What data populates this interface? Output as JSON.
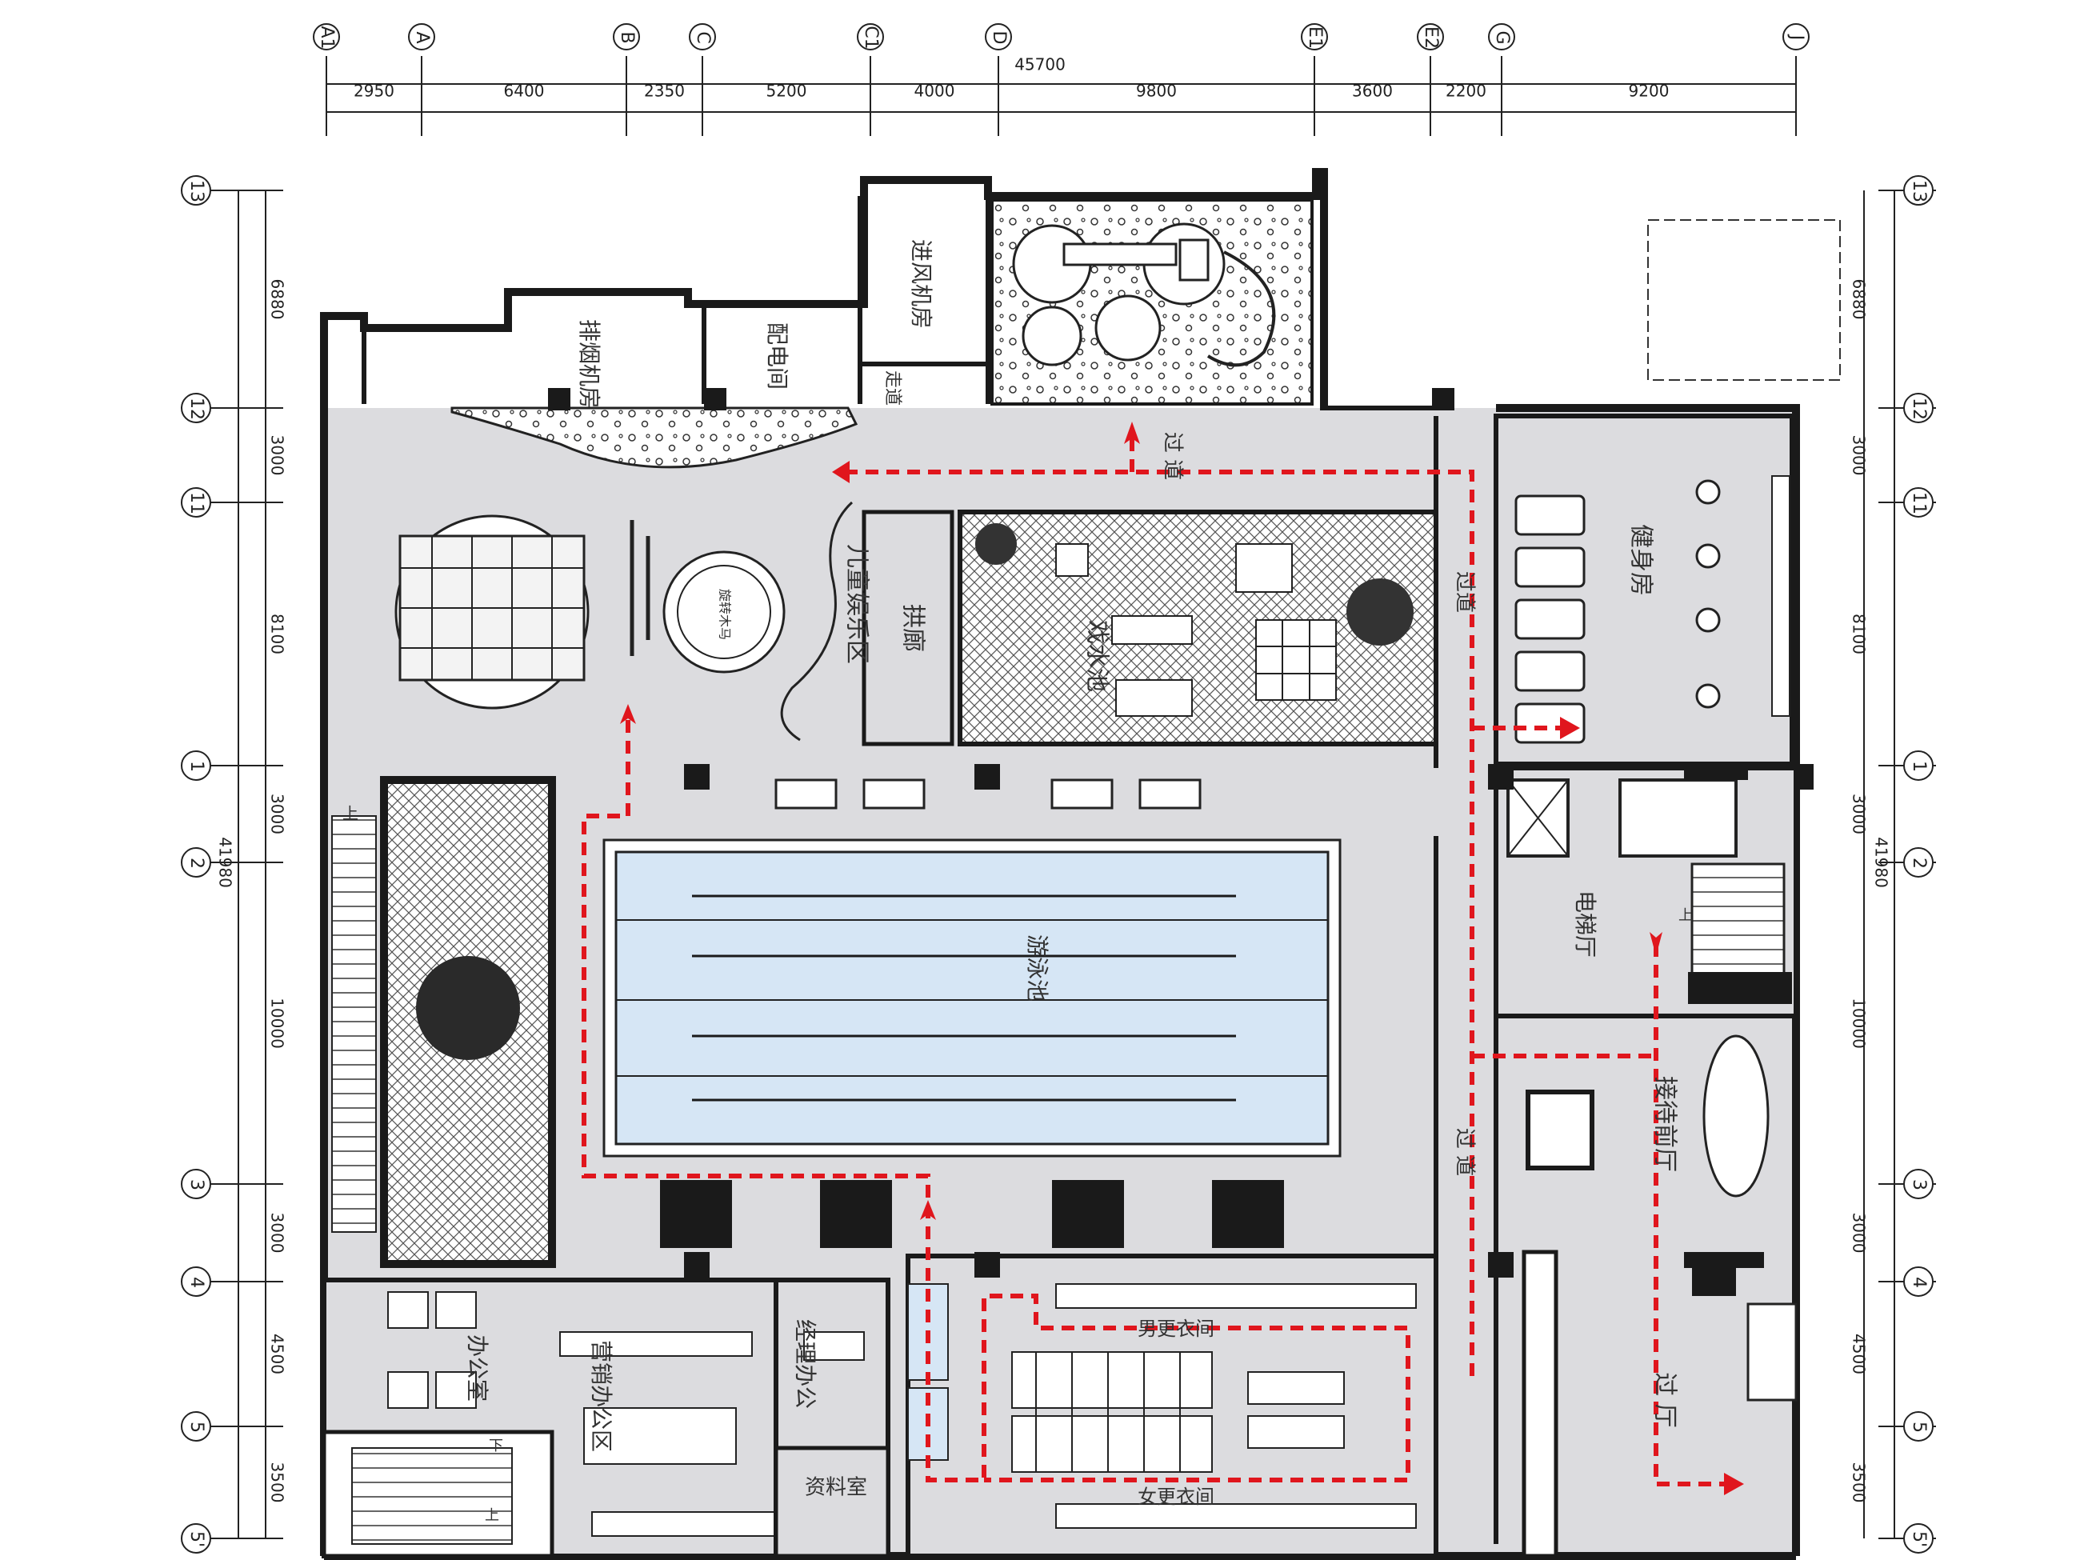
{
  "top_axes": [
    "A1",
    "A",
    "B",
    "C",
    "C1",
    "D",
    "E1",
    "E2",
    "G",
    "J"
  ],
  "left_axes": [
    "13",
    "12",
    "11",
    "1",
    "2",
    "3",
    "4",
    "5",
    "5'"
  ],
  "right_axes": [
    "13",
    "12",
    "11",
    "1",
    "2",
    "3",
    "4",
    "5",
    "5'"
  ],
  "top_total": "45700",
  "top_dims": [
    "2950",
    "6400",
    "2350",
    "5200",
    "4000",
    "9800",
    "3600",
    "2200",
    "9200"
  ],
  "left_total": "41980",
  "left_dims": [
    "6880",
    "3000",
    "8100",
    "3000",
    "10000",
    "3000",
    "4500",
    "3500"
  ],
  "right_total": "41980",
  "right_dims": [
    "6880",
    "3000",
    "8100",
    "3000",
    "10000",
    "3000",
    "4500",
    "3500"
  ],
  "rooms": {
    "exhaust_room": "排烟机房",
    "power_room": "配电间",
    "intake_room": "进风机房",
    "walkway": "走道",
    "corridor_top": "过 道",
    "kids_area": "儿童娱乐区",
    "arcade": "拱廊",
    "play_pool": "戏水池",
    "gym": "健身房",
    "corridor_right": "过道",
    "corridor_mid": "过 道",
    "elevator_hall": "电梯厅",
    "swimming_pool": "游泳池",
    "reception_hall": "接待前厅",
    "hall": "过 厅",
    "office": "办公室",
    "sales_office": "营销办公区",
    "manager_office": "经理办公",
    "archive": "资料室",
    "men_changing": "男更衣间",
    "women_changing": "女更衣间",
    "carousel": "旋转木马",
    "up_left": "上",
    "up_right": "上",
    "down": "下",
    "up_stair": "上"
  },
  "colors": {
    "wall": "#1a1a1a",
    "floor": "#dcdcdf",
    "pool": "#d6e6f5",
    "route": "#e0161d"
  }
}
